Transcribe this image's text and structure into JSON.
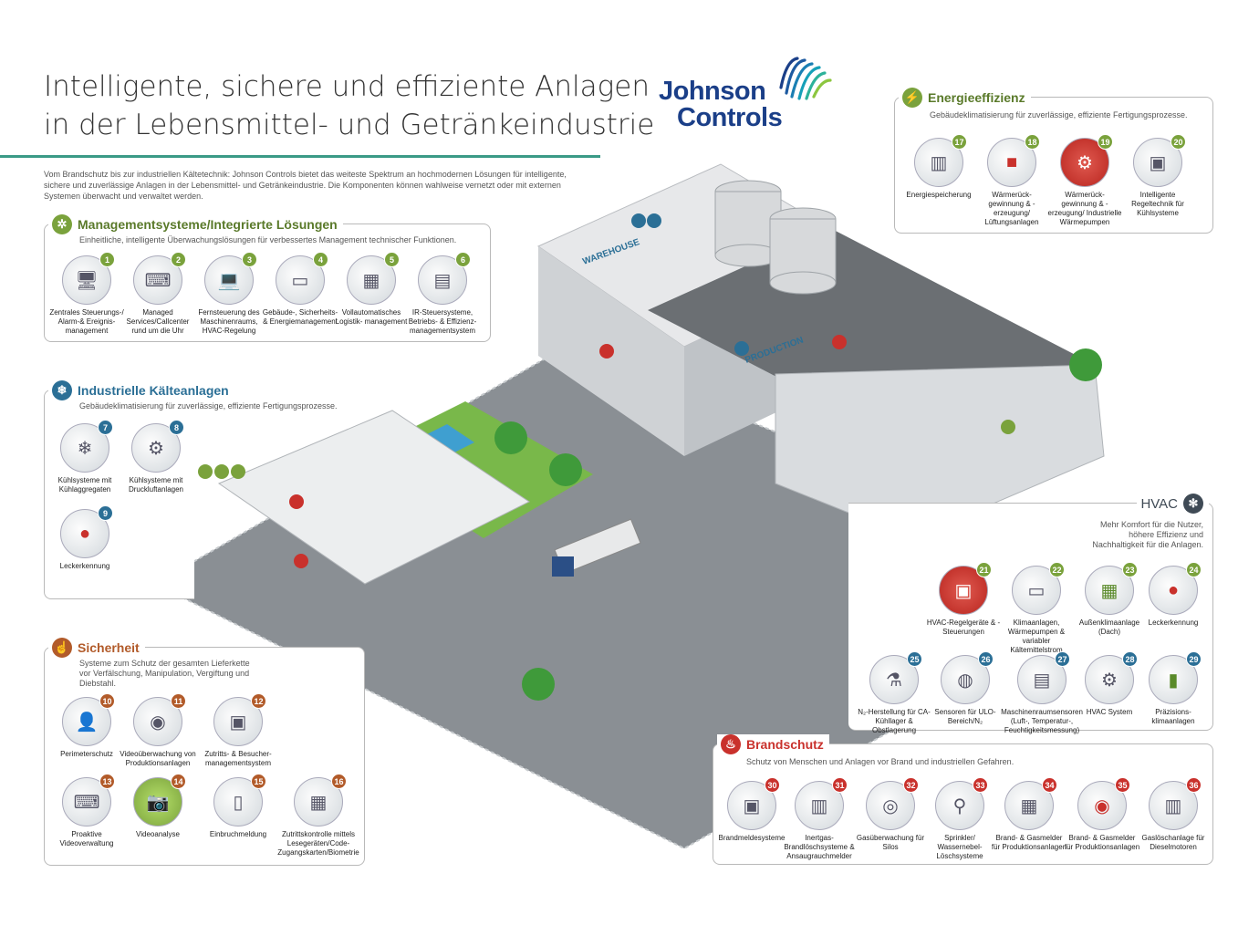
{
  "title": {
    "line1": "Intelligente, sichere und effiziente Anlagen",
    "line2": "in der Lebensmittel- und Getränkeindustrie"
  },
  "intro": "Vom Brandschutz bis zur industriellen Kältetechnik: Johnson Controls bietet das weiteste Spektrum an hochmodernen Lösungen für intelligente, sichere und zuverlässige Anlagen in der Lebensmittel- und Getränkeindustrie. Die Komponenten können wahlweise vernetzt oder mit externen Systemen überwacht und verwaltet werden.",
  "logo": {
    "line1": "Johnson",
    "line2": "Controls"
  },
  "colors": {
    "green": "#7aa23c",
    "blue": "#2b6f96",
    "red": "#c9312c",
    "orange": "#b25b2a",
    "teal": "#3a9a86"
  },
  "management": {
    "title": "Managementsysteme/Integrierte Lösungen",
    "sub": "Einheitliche, intelligente Überwachungslösungen für verbessertes Management technischer Funktionen.",
    "items": [
      {
        "n": "1",
        "label": "Zentrales Steuerungs-/ Alarm-& Ereignis- management"
      },
      {
        "n": "2",
        "label": "Managed Services/Callcenter rund um die Uhr"
      },
      {
        "n": "3",
        "label": "Fernsteuerung des Maschinenraums, HVAC-Regelung"
      },
      {
        "n": "4",
        "label": "Gebäude-, Sicherheits- & Energiemanagement"
      },
      {
        "n": "5",
        "label": "Vollautomatisches Logistik- management"
      },
      {
        "n": "6",
        "label": "IR-Steuersysteme, Betriebs- & Effizienz- managementsystem"
      }
    ]
  },
  "cooling": {
    "title": "Industrielle Kälteanlagen",
    "sub": "Gebäudeklimatisierung für zuverlässige, effiziente Fertigungsprozesse.",
    "items": [
      {
        "n": "7",
        "label": "Kühlsysteme mit Kühlaggregaten"
      },
      {
        "n": "8",
        "label": "Kühlsysteme mit Druckluftanlagen"
      },
      {
        "n": "9",
        "label": "Leckerkennung"
      }
    ]
  },
  "security": {
    "title": "Sicherheit",
    "sub": "Systeme zum Schutz der gesamten Lieferkette vor Verfälschung, Manipulation, Vergiftung und Diebstahl.",
    "items": [
      {
        "n": "10",
        "label": "Perimeterschutz"
      },
      {
        "n": "11",
        "label": "Videoüberwachung von Produktionsanlagen"
      },
      {
        "n": "12",
        "label": "Zutritts- & Besucher- managementsystem"
      },
      {
        "n": "13",
        "label": "Proaktive Videoverwaltung"
      },
      {
        "n": "14",
        "label": "Videoanalyse"
      },
      {
        "n": "15",
        "label": "Einbruchmeldung"
      },
      {
        "n": "16",
        "label": "Zutrittskontrolle mittels Lesegeräten/Code- Zugangskarten/Biometrie"
      }
    ]
  },
  "energy": {
    "title": "Energieeffizienz",
    "sub": "Gebäudeklimatisierung für zuverlässige, effiziente Fertigungsprozesse.",
    "items": [
      {
        "n": "17",
        "label": "Energiespeicherung"
      },
      {
        "n": "18",
        "label": "Wärmerück- gewinnung & -erzeugung/ Lüftungsanlagen"
      },
      {
        "n": "19",
        "label": "Wärmerück- gewinnung & -erzeugung/ Industrielle Wärmepumpen"
      },
      {
        "n": "20",
        "label": "Intelligente Regeltechnik für Kühlsysteme"
      }
    ]
  },
  "hvac": {
    "title": "HVAC",
    "sub": "Mehr Komfort für die Nutzer, höhere Effizienz und Nachhaltigkeit für die Anlagen.",
    "items": [
      {
        "n": "21",
        "label": "HVAC-Regelgeräte & -Steuerungen"
      },
      {
        "n": "22",
        "label": "Klimaanlagen, Wärmepumpen & variabler Kältemittelstrom"
      },
      {
        "n": "23",
        "label": "Außenklimaanlage (Dach)"
      },
      {
        "n": "24",
        "label": "Leckerkennung"
      },
      {
        "n": "25",
        "label": "N₂-Herstellung für CA-Kühllager & Obstlagerung"
      },
      {
        "n": "26",
        "label": "Sensoren für ULO-Bereich/N₂"
      },
      {
        "n": "27",
        "label": "Maschinenraumsensoren (Luft-, Temperatur-, Feuchtigkeitsmessung)"
      },
      {
        "n": "28",
        "label": "HVAC System"
      },
      {
        "n": "29",
        "label": "Präzisions- klimaanlagen"
      }
    ]
  },
  "fire": {
    "title": "Brandschutz",
    "sub": "Schutz von Menschen und Anlagen vor Brand und industriellen Gefahren.",
    "items": [
      {
        "n": "30",
        "label": "Brandmeldesysteme"
      },
      {
        "n": "31",
        "label": "Inertgas- Brandlöschsysteme & Ansaugrauchmelder"
      },
      {
        "n": "32",
        "label": "Gasüberwachung für Silos"
      },
      {
        "n": "33",
        "label": "Sprinkler/ Wassernebel- Löschsysteme"
      },
      {
        "n": "34",
        "label": "Brand- & Gasmelder für Produktionsanlagen"
      },
      {
        "n": "35",
        "label": "Brand- & Gasmelder für Produktionsanlagen"
      },
      {
        "n": "36",
        "label": "Gaslöschanlage für Dieselmotoren"
      }
    ]
  },
  "scene": {
    "warehouse": "WAREHOUSE",
    "production": "PRODUCTION"
  }
}
